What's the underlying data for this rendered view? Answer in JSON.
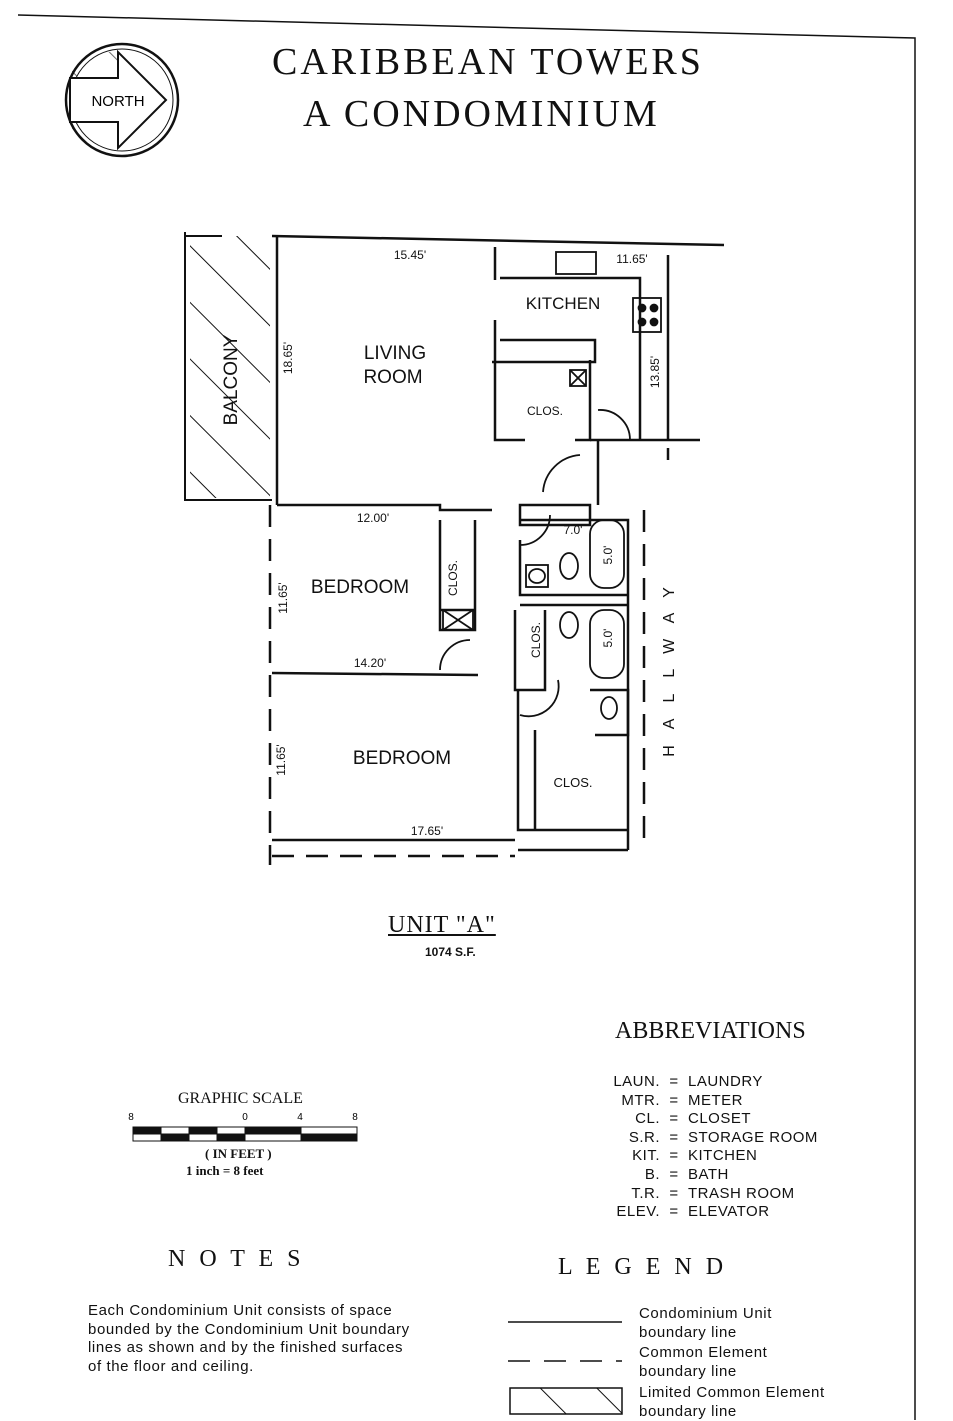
{
  "header": {
    "title_line1": "CARIBBEAN TOWERS",
    "title_line2": "A CONDOMINIUM",
    "north_label": "NORTH"
  },
  "plan": {
    "rooms": {
      "balcony": "BALCONY",
      "living_room_1": "LIVING",
      "living_room_2": "ROOM",
      "kitchen": "KITCHEN",
      "closet_kitchen": "CLOS.",
      "bedroom1": "BEDROOM",
      "closet_bed1": "CLOS.",
      "closet_hall": "CLOS.",
      "bedroom2": "BEDROOM",
      "closet_bed2": "CLOS.",
      "hallway": "HALLWAY"
    },
    "dimensions": {
      "living_width": "15.45'",
      "living_depth": "18.65'",
      "kitchen_width": "11.65'",
      "kitchen_depth": "13.85'",
      "bed1_top": "12.00'",
      "bed1_bottom": "14.20'",
      "bed1_depth": "11.65'",
      "bed2_depth": "11.65'",
      "bed2_bottom": "17.65'",
      "bath_width": "7.0'",
      "tub1": "5.0'",
      "tub2": "5.0'"
    }
  },
  "unit": {
    "name": "UNIT \"A\"",
    "area": "1074 S.F."
  },
  "scale": {
    "title": "GRAPHIC SCALE",
    "ticks": [
      "8",
      "0",
      "4",
      "8"
    ],
    "units": "( IN FEET )",
    "ratio": "1 inch = 8 feet"
  },
  "abbreviations": {
    "title": "ABBREVIATIONS",
    "items": [
      {
        "abbr": "LAUN.",
        "meaning": "LAUNDRY"
      },
      {
        "abbr": "MTR.",
        "meaning": "METER"
      },
      {
        "abbr": "CL.",
        "meaning": "CLOSET"
      },
      {
        "abbr": "S.R.",
        "meaning": "STORAGE ROOM"
      },
      {
        "abbr": "KIT.",
        "meaning": "KITCHEN"
      },
      {
        "abbr": "B.",
        "meaning": "BATH"
      },
      {
        "abbr": "T.R.",
        "meaning": "TRASH ROOM"
      },
      {
        "abbr": "ELEV.",
        "meaning": "ELEVATOR"
      }
    ]
  },
  "notes": {
    "title": "N O T E S",
    "text": "Each Condominium Unit consists of space bounded by the Condominium Unit boundary lines as shown and by the finished surfaces of the floor and ceiling."
  },
  "legend": {
    "title": "L E G E N D",
    "items": [
      {
        "label": "Condominium Unit boundary line"
      },
      {
        "label": "Common Element boundary line"
      },
      {
        "label": "Limited Common Element boundary line"
      }
    ]
  }
}
